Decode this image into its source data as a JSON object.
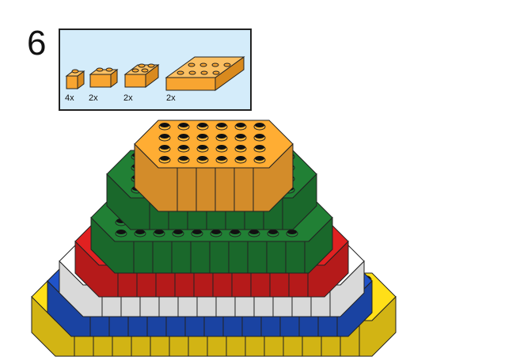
{
  "step": {
    "number": "6"
  },
  "parts": [
    {
      "name": "brick-1x1",
      "qty": "4x"
    },
    {
      "name": "brick-1x2",
      "qty": "2x"
    },
    {
      "name": "brick-2x2",
      "qty": "2x"
    },
    {
      "name": "brick-2x4",
      "qty": "2x"
    }
  ],
  "colors": {
    "orange": "#F8A531",
    "green": "#1F7A32",
    "red": "#D51F1F",
    "white": "#FFFFFF",
    "yellow": "#F7D417",
    "blue": "#1E4FBF",
    "panel": "#D4ECFA"
  }
}
